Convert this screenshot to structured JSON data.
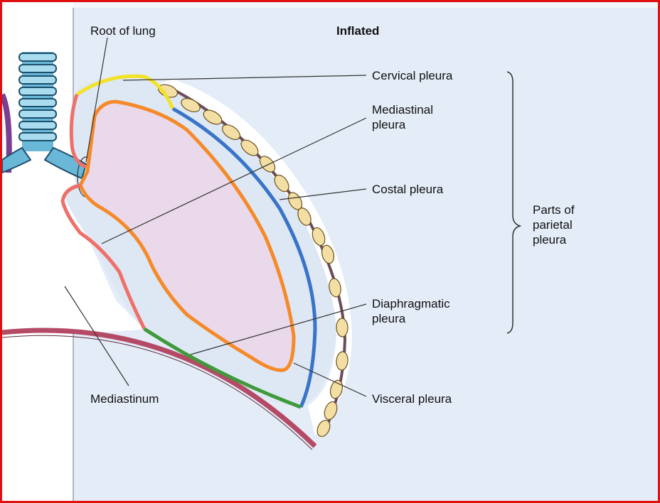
{
  "title": "Inflated",
  "labels": {
    "root_of_lung": "Root of lung",
    "cervical_pleura": "Cervical pleura",
    "mediastinal_pleura_1": "Mediastinal",
    "mediastinal_pleura_2": "pleura",
    "costal_pleura": "Costal pleura",
    "diaphragmatic_pleura_1": "Diaphragmatic",
    "diaphragmatic_pleura_2": "pleura",
    "visceral_pleura": "Visceral pleura",
    "mediastinum": "Mediastinum",
    "parietal_group_1": "Parts of",
    "parietal_group_2": "parietal",
    "parietal_group_3": "pleura"
  },
  "colors": {
    "frame_border": "#e01010",
    "panel_bg": "#e4ecf7",
    "cervical": "#f2e22a",
    "mediastinal": "#ef6f6a",
    "costal": "#3a74c8",
    "diaphragmatic": "#3e9a3a",
    "visceral": "#f58a2a",
    "lung_fill": "#ead9ea",
    "pleural_cavity": "#dde8f4",
    "ribs": "#f3dfa3",
    "trachea": "#6ab8d8",
    "diaphragm": "#b54a66"
  }
}
